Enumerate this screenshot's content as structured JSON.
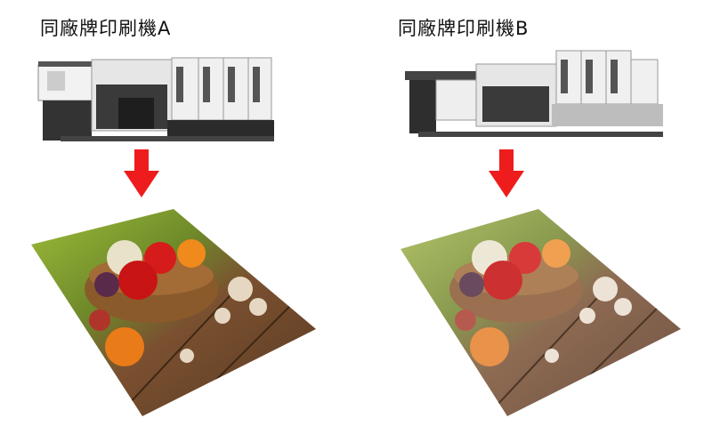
{
  "left": {
    "label": "同廠牌印刷機A"
  },
  "right": {
    "label": "同廠牌印刷機B"
  },
  "colors": {
    "arrow": "#ee1c1c",
    "machine_body": "#e8e8e8",
    "machine_dark": "#2a2a2a",
    "wood": "#8a5a35"
  },
  "icons": [
    "printing-press-icon",
    "down-arrow-icon",
    "printed-sheet-image"
  ]
}
